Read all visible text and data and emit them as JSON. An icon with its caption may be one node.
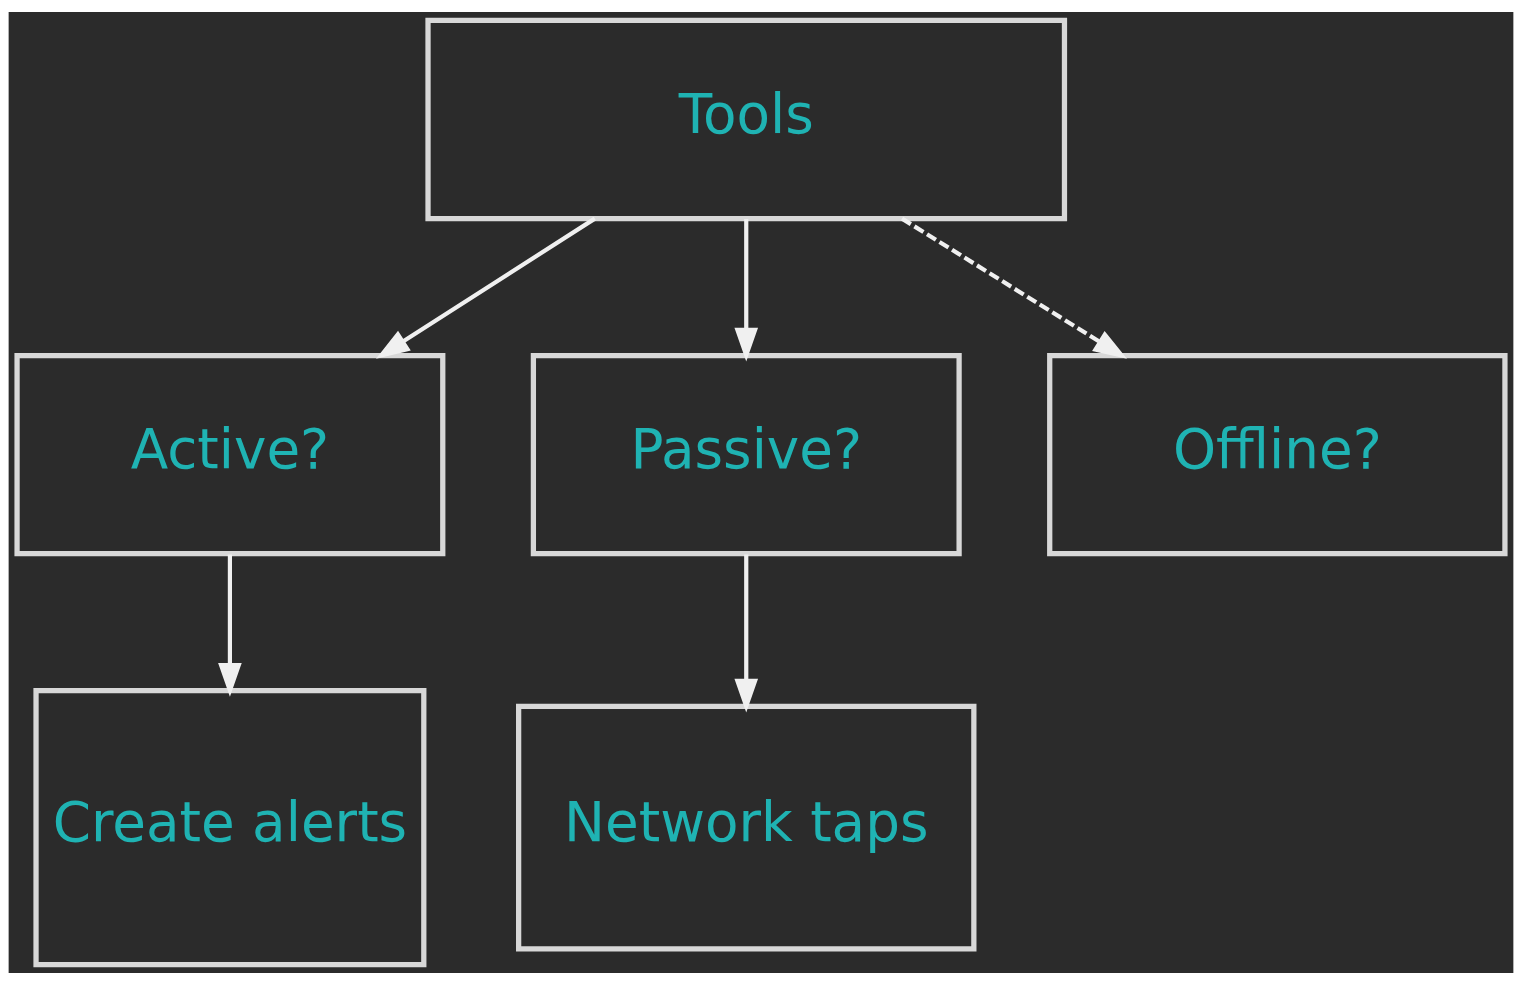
{
  "diagram": {
    "nodes": [
      {
        "text": [
          "Tools"
        ]
      },
      {
        "text": [
          "Active?"
        ]
      },
      {
        "text": [
          "Passive?"
        ]
      },
      {
        "text": [
          "Offline?"
        ]
      },
      {
        "text": [
          "Create alerts"
        ]
      },
      {
        "text": [
          "Network taps"
        ]
      }
    ],
    "edges": [
      {
        "from": 0,
        "to": 1,
        "arrow": "to"
      },
      {
        "from": 0,
        "to": 2,
        "arrow": "to"
      },
      {
        "from": 0,
        "to": 3,
        "arrow": "to",
        "style": "dashed"
      },
      {
        "from": 1,
        "to": 4,
        "arrow": "to"
      },
      {
        "from": 2,
        "to": 5,
        "arrow": "to"
      }
    ]
  }
}
